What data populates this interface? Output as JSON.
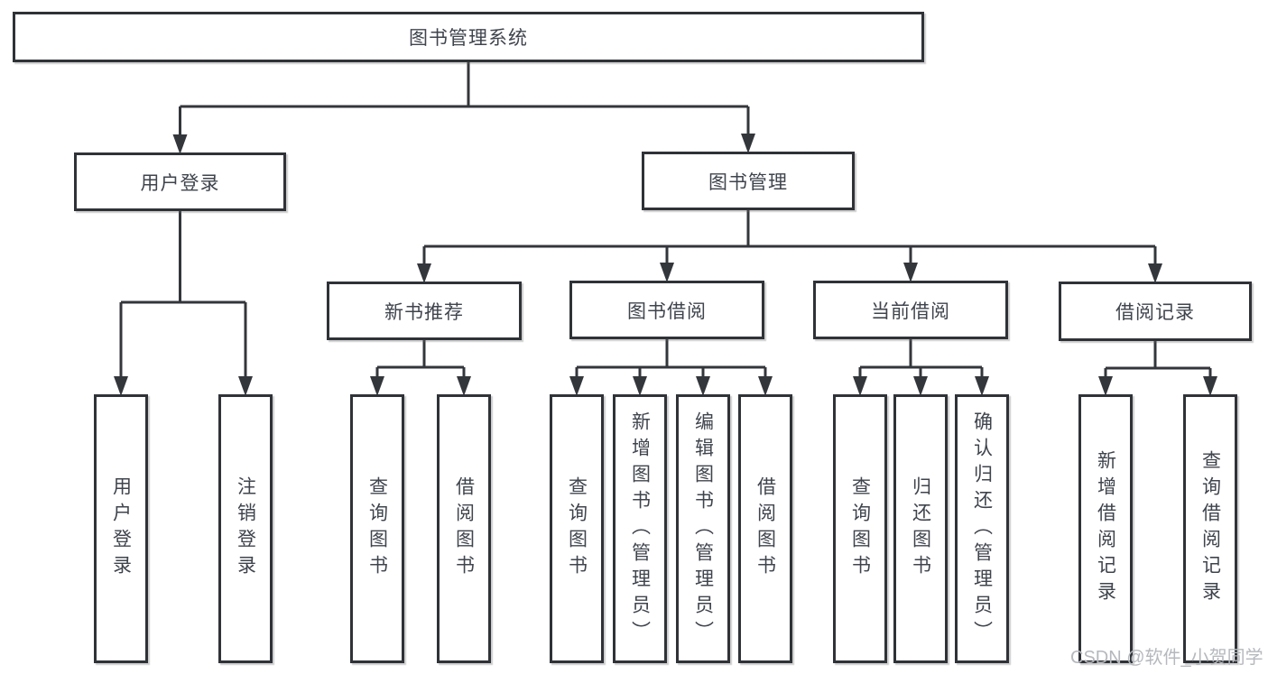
{
  "diagram": {
    "title": "图书管理系统",
    "watermark": "CSDN @软件_小贺同学",
    "colors": {
      "background": "#ffffff",
      "line": "#33363b",
      "box_border": "#2f3237",
      "text": "#3f444d",
      "watermark": "#b5b8bd"
    },
    "nodes": [
      {
        "id": "root",
        "label": "图书管理系统",
        "level": 1,
        "parent": null
      },
      {
        "id": "user-login",
        "label": "用户登录",
        "level": 2,
        "parent": "root"
      },
      {
        "id": "book-mgmt",
        "label": "图书管理",
        "level": 2,
        "parent": "root"
      },
      {
        "id": "new-book-rec",
        "label": "新书推荐",
        "level": 3,
        "parent": "book-mgmt"
      },
      {
        "id": "book-borrow",
        "label": "图书借阅",
        "level": 3,
        "parent": "book-mgmt"
      },
      {
        "id": "current-borrow",
        "label": "当前借阅",
        "level": 3,
        "parent": "book-mgmt"
      },
      {
        "id": "borrow-records",
        "label": "借阅记录",
        "level": 3,
        "parent": "book-mgmt"
      },
      {
        "id": "ul1",
        "label": "用户登录",
        "level": 4,
        "parent": "user-login"
      },
      {
        "id": "ul2",
        "label": "注销登录",
        "level": 4,
        "parent": "user-login"
      },
      {
        "id": "nb1",
        "label": "查询图书",
        "level": 4,
        "parent": "new-book-rec"
      },
      {
        "id": "nb2",
        "label": "借阅图书",
        "level": 4,
        "parent": "new-book-rec"
      },
      {
        "id": "bb1",
        "label": "查询图书",
        "level": 4,
        "parent": "book-borrow"
      },
      {
        "id": "bb2",
        "label": "新增图书（管理员）",
        "level": 4,
        "parent": "book-borrow"
      },
      {
        "id": "bb3",
        "label": "编辑图书（管理员）",
        "level": 4,
        "parent": "book-borrow"
      },
      {
        "id": "bb4",
        "label": "借阅图书",
        "level": 4,
        "parent": "book-borrow"
      },
      {
        "id": "cb1",
        "label": "查询图书",
        "level": 4,
        "parent": "current-borrow"
      },
      {
        "id": "cb2",
        "label": "归还图书",
        "level": 4,
        "parent": "current-borrow"
      },
      {
        "id": "cb3",
        "label": "确认归还（管理员）",
        "level": 4,
        "parent": "current-borrow"
      },
      {
        "id": "br1",
        "label": "新增借阅记录",
        "level": 4,
        "parent": "borrow-records"
      },
      {
        "id": "br2",
        "label": "查询借阅记录",
        "level": 4,
        "parent": "borrow-records"
      }
    ]
  }
}
